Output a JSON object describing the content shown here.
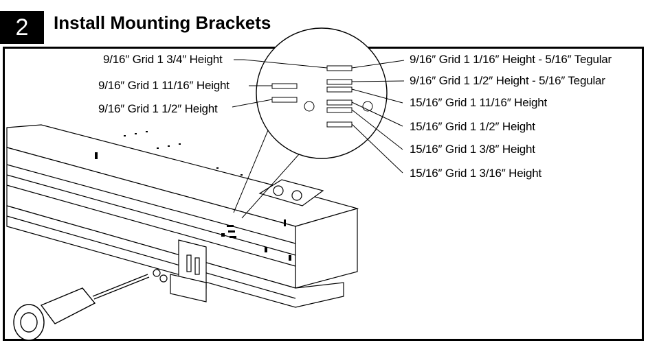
{
  "step": {
    "number": "2",
    "title": "Install Mounting Brackets"
  },
  "callouts_left": [
    {
      "label": "9/16″ Grid 1 3/4″ Height"
    },
    {
      "label": "9/16″ Grid 1 11/16″ Height"
    },
    {
      "label": "9/16″ Grid 1 1/2″ Height"
    }
  ],
  "callouts_right": [
    {
      "label": "9/16″ Grid 1 1/16″ Height - 5/16″ Tegular"
    },
    {
      "label": "9/16″ Grid 1 1/2″ Height - 5/16″ Tegular"
    },
    {
      "label": "15/16″ Grid 1 11/16″ Height"
    },
    {
      "label": "15/16″ Grid 1 1/2″ Height"
    },
    {
      "label": "15/16″ Grid 1 3/8″ Height"
    },
    {
      "label": "15/16″ Grid 1 3/16″ Height"
    }
  ]
}
